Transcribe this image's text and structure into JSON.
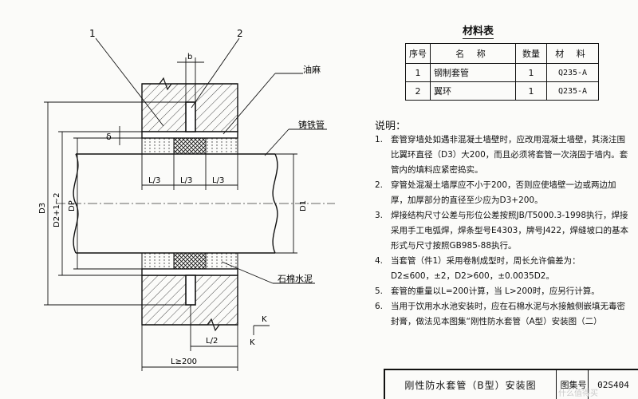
{
  "drawing": {
    "callouts": {
      "c1": "1",
      "c2": "2"
    },
    "labels": {
      "oil_hemp": "油麻",
      "cast_iron_pipe": "铸铁管",
      "asbestos_cement": "石棉水泥",
      "b": "b",
      "delta": "δ",
      "l3_a": "L/3",
      "l3_b": "L/3",
      "l3_c": "L/3",
      "d3": "D3",
      "d2": "D2+1~2",
      "dp": "DP",
      "d1": "D1",
      "k_a": "K",
      "k_b": "K",
      "l_half": "L/2",
      "l_total": "L≥200"
    }
  },
  "materials": {
    "title": "材料表",
    "headers": [
      "序号",
      "名 称",
      "数量",
      "材 料"
    ],
    "rows": [
      [
        "1",
        "钢制套管",
        "1",
        "Q235-A"
      ],
      [
        "2",
        "翼环",
        "1",
        "Q235-A"
      ]
    ]
  },
  "notes": {
    "heading": "说明：",
    "items": [
      {
        "n": "1.",
        "text": "套管穿墙处如遇非混凝土墙壁时，应改用混凝土墙壁，其浇注围比翼环直径（D3）大200，而且必须将套管一次浇固于墙内。套管内的填料应紧密捣实。"
      },
      {
        "n": "2.",
        "text": "穿管处混凝土墙厚应不小于200，否则应使墙壁一边或两边加厚，加厚部分的直径至少应为D3+200。"
      },
      {
        "n": "3.",
        "text": "焊接结构尺寸公差与形位公差按照JB/T5000.3-1998执行，焊接采用手工电弧焊，焊条型号E4303，牌号J422，焊缝坡口的基本形式与尺寸按照GB985-88执行。"
      },
      {
        "n": "4.",
        "text": "当套管（件1）采用卷制成型时，周长允许偏差为：D2≤600，±2，D2>600，±0.0035D2。"
      },
      {
        "n": "5.",
        "text": "套管的重量以L=200计算，当 L>200时，应另行计算。"
      },
      {
        "n": "6.",
        "text": "当用于饮用水水池安装时，应在石棉水泥与水接触侧嵌填无毒密封膏，做法见本图集“刚性防水套管（A型）安装图（二）"
      }
    ]
  },
  "title_block": {
    "title": "刚性防水套管（B型）安装图",
    "atlas_label": "图集号",
    "atlas_no": "02S404"
  },
  "watermark": "什么值得买"
}
